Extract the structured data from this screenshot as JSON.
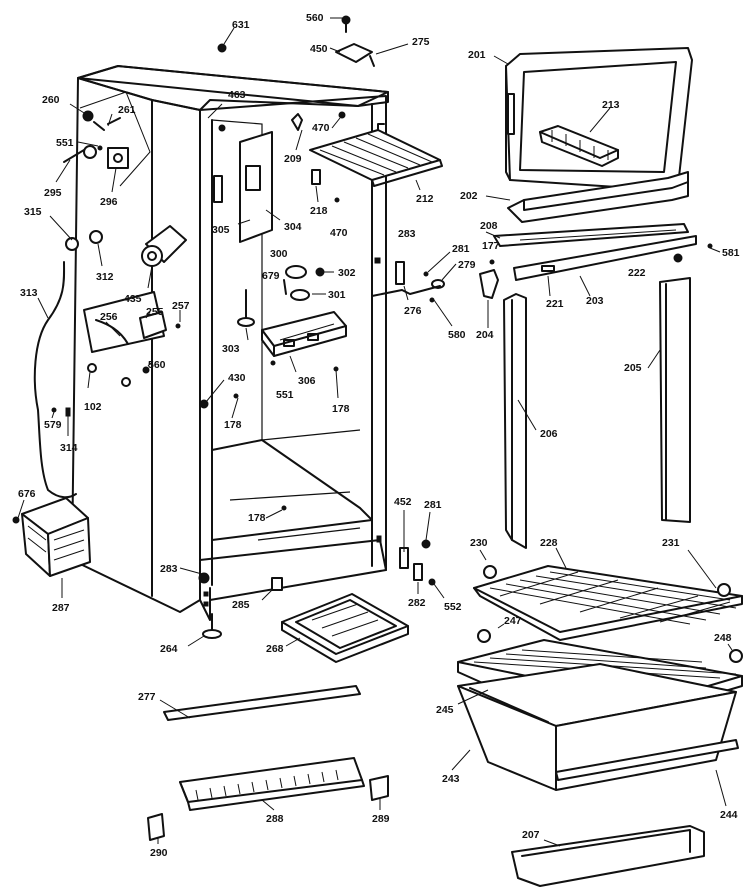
{
  "part_labels": [
    {
      "id": "p631",
      "text": "631"
    },
    {
      "id": "p560a",
      "text": "560"
    },
    {
      "id": "p275",
      "text": "275"
    },
    {
      "id": "p450",
      "text": "450"
    },
    {
      "id": "p201",
      "text": "201"
    },
    {
      "id": "p213",
      "text": "213"
    },
    {
      "id": "p202",
      "text": "202"
    },
    {
      "id": "p208",
      "text": "208"
    },
    {
      "id": "p177",
      "text": "177"
    },
    {
      "id": "p581",
      "text": "581"
    },
    {
      "id": "p222",
      "text": "222"
    },
    {
      "id": "p203",
      "text": "203"
    },
    {
      "id": "p221",
      "text": "221"
    },
    {
      "id": "p205",
      "text": "205"
    },
    {
      "id": "p206",
      "text": "206"
    },
    {
      "id": "p204",
      "text": "204"
    },
    {
      "id": "p260",
      "text": "260"
    },
    {
      "id": "p261",
      "text": "261"
    },
    {
      "id": "p551a",
      "text": "551"
    },
    {
      "id": "p295",
      "text": "295"
    },
    {
      "id": "p296",
      "text": "296"
    },
    {
      "id": "p315",
      "text": "315"
    },
    {
      "id": "p312",
      "text": "312"
    },
    {
      "id": "p313",
      "text": "313"
    },
    {
      "id": "p435",
      "text": "435"
    },
    {
      "id": "p257",
      "text": "257"
    },
    {
      "id": "p256",
      "text": "256"
    },
    {
      "id": "p255",
      "text": "255"
    },
    {
      "id": "p560b",
      "text": "560"
    },
    {
      "id": "p102",
      "text": "102"
    },
    {
      "id": "p579",
      "text": "579"
    },
    {
      "id": "p314",
      "text": "314"
    },
    {
      "id": "p676",
      "text": "676"
    },
    {
      "id": "p287",
      "text": "287"
    },
    {
      "id": "p463",
      "text": "463"
    },
    {
      "id": "p470a",
      "text": "470"
    },
    {
      "id": "p209",
      "text": "209"
    },
    {
      "id": "p212",
      "text": "212"
    },
    {
      "id": "p305",
      "text": "305"
    },
    {
      "id": "p304",
      "text": "304"
    },
    {
      "id": "p218",
      "text": "218"
    },
    {
      "id": "p470b",
      "text": "470"
    },
    {
      "id": "p300",
      "text": "300"
    },
    {
      "id": "p679",
      "text": "679"
    },
    {
      "id": "p302",
      "text": "302"
    },
    {
      "id": "p301",
      "text": "301"
    },
    {
      "id": "p303",
      "text": "303"
    },
    {
      "id": "p306",
      "text": "306"
    },
    {
      "id": "p551b",
      "text": "551"
    },
    {
      "id": "p178a",
      "text": "178"
    },
    {
      "id": "p430",
      "text": "430"
    },
    {
      "id": "p178b",
      "text": "178"
    },
    {
      "id": "p178c",
      "text": "178"
    },
    {
      "id": "p283a",
      "text": "283"
    },
    {
      "id": "p281a",
      "text": "281"
    },
    {
      "id": "p279",
      "text": "279"
    },
    {
      "id": "p276",
      "text": "276"
    },
    {
      "id": "p580",
      "text": "580"
    },
    {
      "id": "p452",
      "text": "452"
    },
    {
      "id": "p281b",
      "text": "281"
    },
    {
      "id": "p282",
      "text": "282"
    },
    {
      "id": "p552",
      "text": "552"
    },
    {
      "id": "p283b",
      "text": "283"
    },
    {
      "id": "p285",
      "text": "285"
    },
    {
      "id": "p264",
      "text": "264"
    },
    {
      "id": "p268",
      "text": "268"
    },
    {
      "id": "p230",
      "text": "230"
    },
    {
      "id": "p228",
      "text": "228"
    },
    {
      "id": "p231",
      "text": "231"
    },
    {
      "id": "p247",
      "text": "247"
    },
    {
      "id": "p248",
      "text": "248"
    },
    {
      "id": "p245",
      "text": "245"
    },
    {
      "id": "p243",
      "text": "243"
    },
    {
      "id": "p244",
      "text": "244"
    },
    {
      "id": "p207",
      "text": "207"
    },
    {
      "id": "p277",
      "text": "277"
    },
    {
      "id": "p288",
      "text": "288"
    },
    {
      "id": "p289",
      "text": "289"
    },
    {
      "id": "p290",
      "text": "290"
    }
  ]
}
